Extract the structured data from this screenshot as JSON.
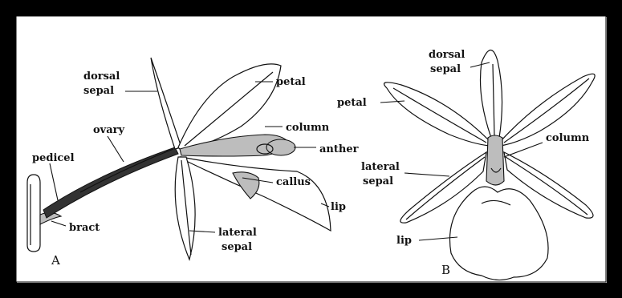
{
  "figure": {
    "panel_a": {
      "letter": "A",
      "labels": {
        "dorsal_sepal_1": "dorsal",
        "dorsal_sepal_2": "sepal",
        "petal": "petal",
        "ovary": "ovary",
        "column": "column",
        "anther": "anther",
        "pedicel": "pedicel",
        "callus": "callus",
        "lip": "lip",
        "bract": "bract",
        "lateral_sepal_1": "lateral",
        "lateral_sepal_2": "sepal"
      }
    },
    "panel_b": {
      "letter": "B",
      "labels": {
        "dorsal_sepal_1": "dorsal",
        "dorsal_sepal_2": "sepal",
        "petal": "petal",
        "column": "column",
        "lateral_sepal_1": "lateral",
        "lateral_sepal_2": "sepal",
        "lip": "lip"
      }
    }
  }
}
